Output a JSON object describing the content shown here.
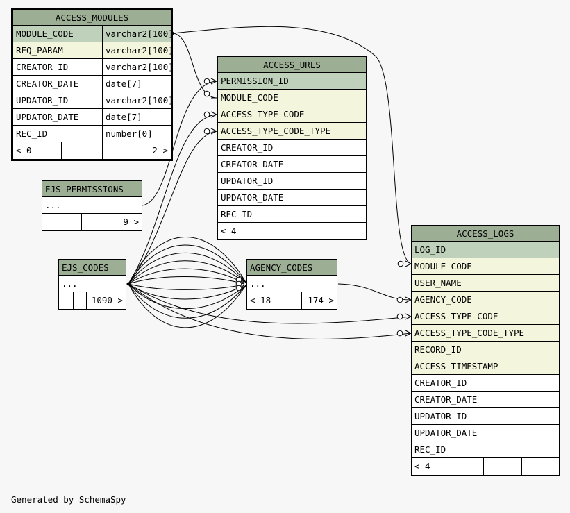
{
  "access_modules": {
    "title": "ACCESS_MODULES",
    "columns": [
      {
        "name": "MODULE_CODE",
        "type": "varchar2[100]"
      },
      {
        "name": "REQ_PARAM",
        "type": "varchar2[100]"
      },
      {
        "name": "CREATOR_ID",
        "type": "varchar2[100]"
      },
      {
        "name": "CREATOR_DATE",
        "type": "date[7]"
      },
      {
        "name": "UPDATOR_ID",
        "type": "varchar2[100]"
      },
      {
        "name": "UPDATOR_DATE",
        "type": "date[7]"
      },
      {
        "name": "REC_ID",
        "type": "number[0]"
      }
    ],
    "parents": "< 0",
    "children": "2 >"
  },
  "access_urls": {
    "title": "ACCESS_URLS",
    "columns": [
      "PERMISSION_ID",
      "MODULE_CODE",
      "ACCESS_TYPE_CODE",
      "ACCESS_TYPE_CODE_TYPE",
      "CREATOR_ID",
      "CREATOR_DATE",
      "UPDATOR_ID",
      "UPDATOR_DATE",
      "REC_ID"
    ],
    "parents": "< 4"
  },
  "ejs_permissions": {
    "title": "EJS_PERMISSIONS",
    "body": "...",
    "children": "9 >"
  },
  "ejs_codes": {
    "title": "EJS_CODES",
    "body": "...",
    "children": "1090 >"
  },
  "agency_codes": {
    "title": "AGENCY_CODES",
    "body": "...",
    "parents": "< 18",
    "children": "174 >"
  },
  "access_logs": {
    "title": "ACCESS_LOGS",
    "columns": [
      "LOG_ID",
      "MODULE_CODE",
      "USER_NAME",
      "AGENCY_CODE",
      "ACCESS_TYPE_CODE",
      "ACCESS_TYPE_CODE_TYPE",
      "RECORD_ID",
      "ACCESS_TIMESTAMP",
      "CREATOR_ID",
      "CREATOR_DATE",
      "UPDATOR_ID",
      "UPDATOR_DATE",
      "REC_ID"
    ],
    "parents": "< 4"
  },
  "footer": {
    "generated": "Generated by SchemaSpy"
  }
}
